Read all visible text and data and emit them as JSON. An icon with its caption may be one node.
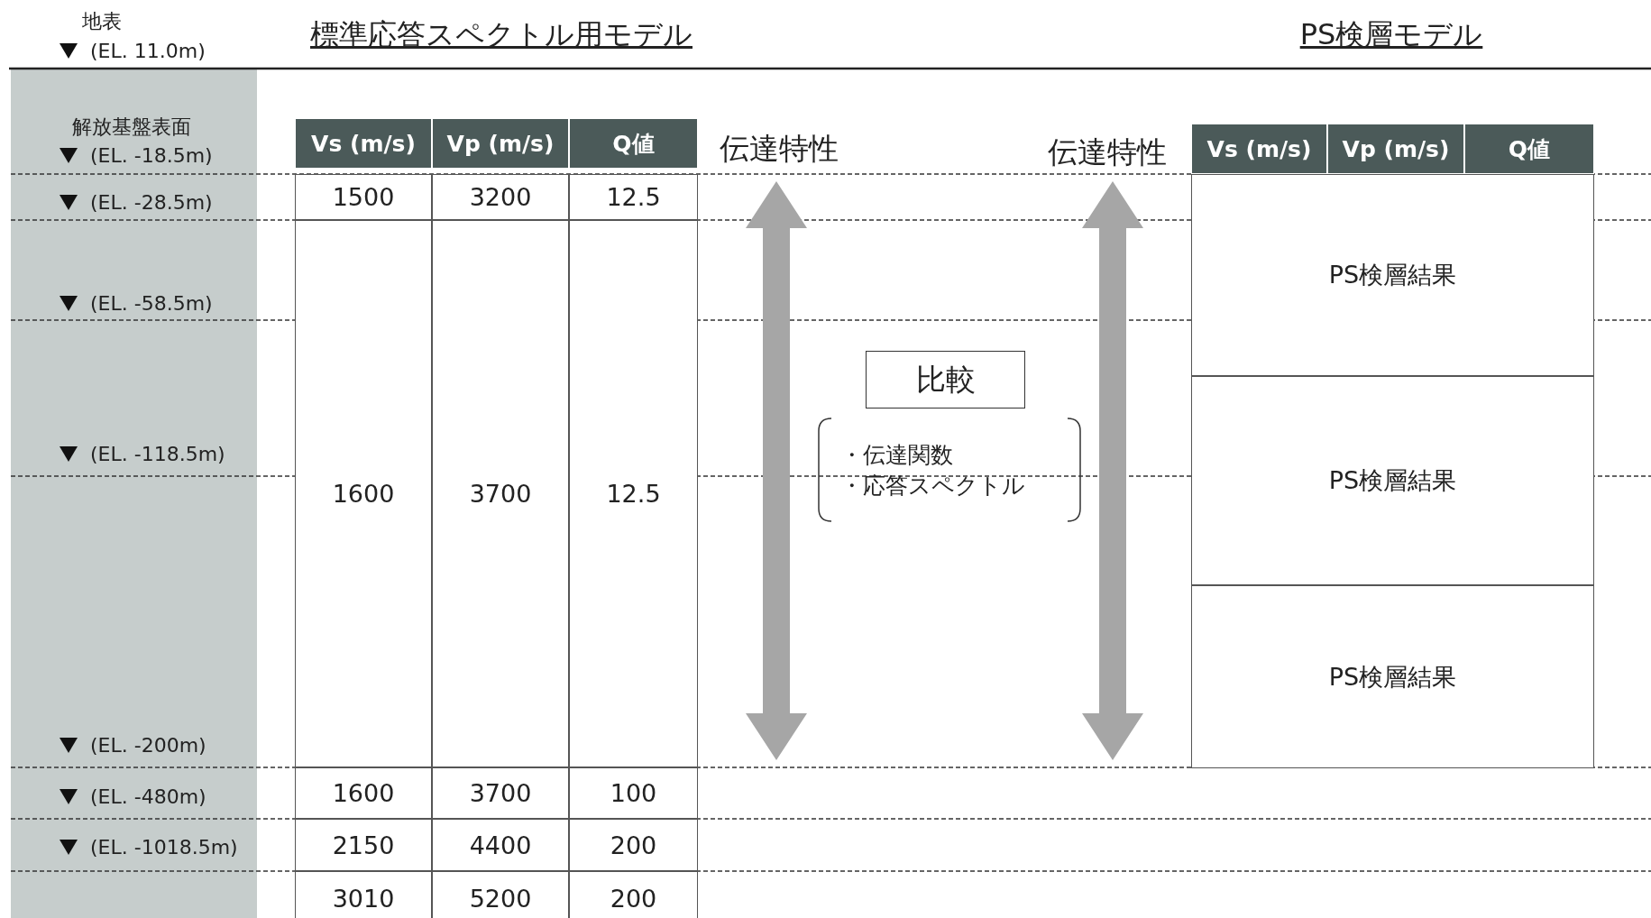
{
  "diagram": {
    "nodes": [
      {
        "text": [
          "比較"
        ]
      },
      {
        "text": [
          "・伝達関数",
          "・応答スペクトル"
        ]
      }
    ],
    "labels": [
      "地表",
      "(EL. 11.0m)",
      "標準応答スペクトル用モデル",
      "PS検層モデル",
      "解放基盤表面",
      "(EL. -18.5m)",
      "Vs (m/s)",
      "Vp (m/s)",
      "Q値",
      "伝達特性",
      "伝達特性",
      "Vs (m/s)",
      "Vp (m/s)",
      "Q値",
      "(EL. -28.5m)",
      "1500",
      "3200",
      "12.5",
      "PS検層結果",
      "(EL. -58.5m)",
      "(EL. -118.5m)",
      "1600",
      "3700",
      "12.5",
      "PS検層結果",
      "PS検層結果",
      "(EL. -200m)",
      "(EL. -480m)",
      "1600",
      "3700",
      "100",
      "(EL. -1018.5m)",
      "2150",
      "4400",
      "200",
      "3010",
      "5200",
      "200"
    ]
  }
}
